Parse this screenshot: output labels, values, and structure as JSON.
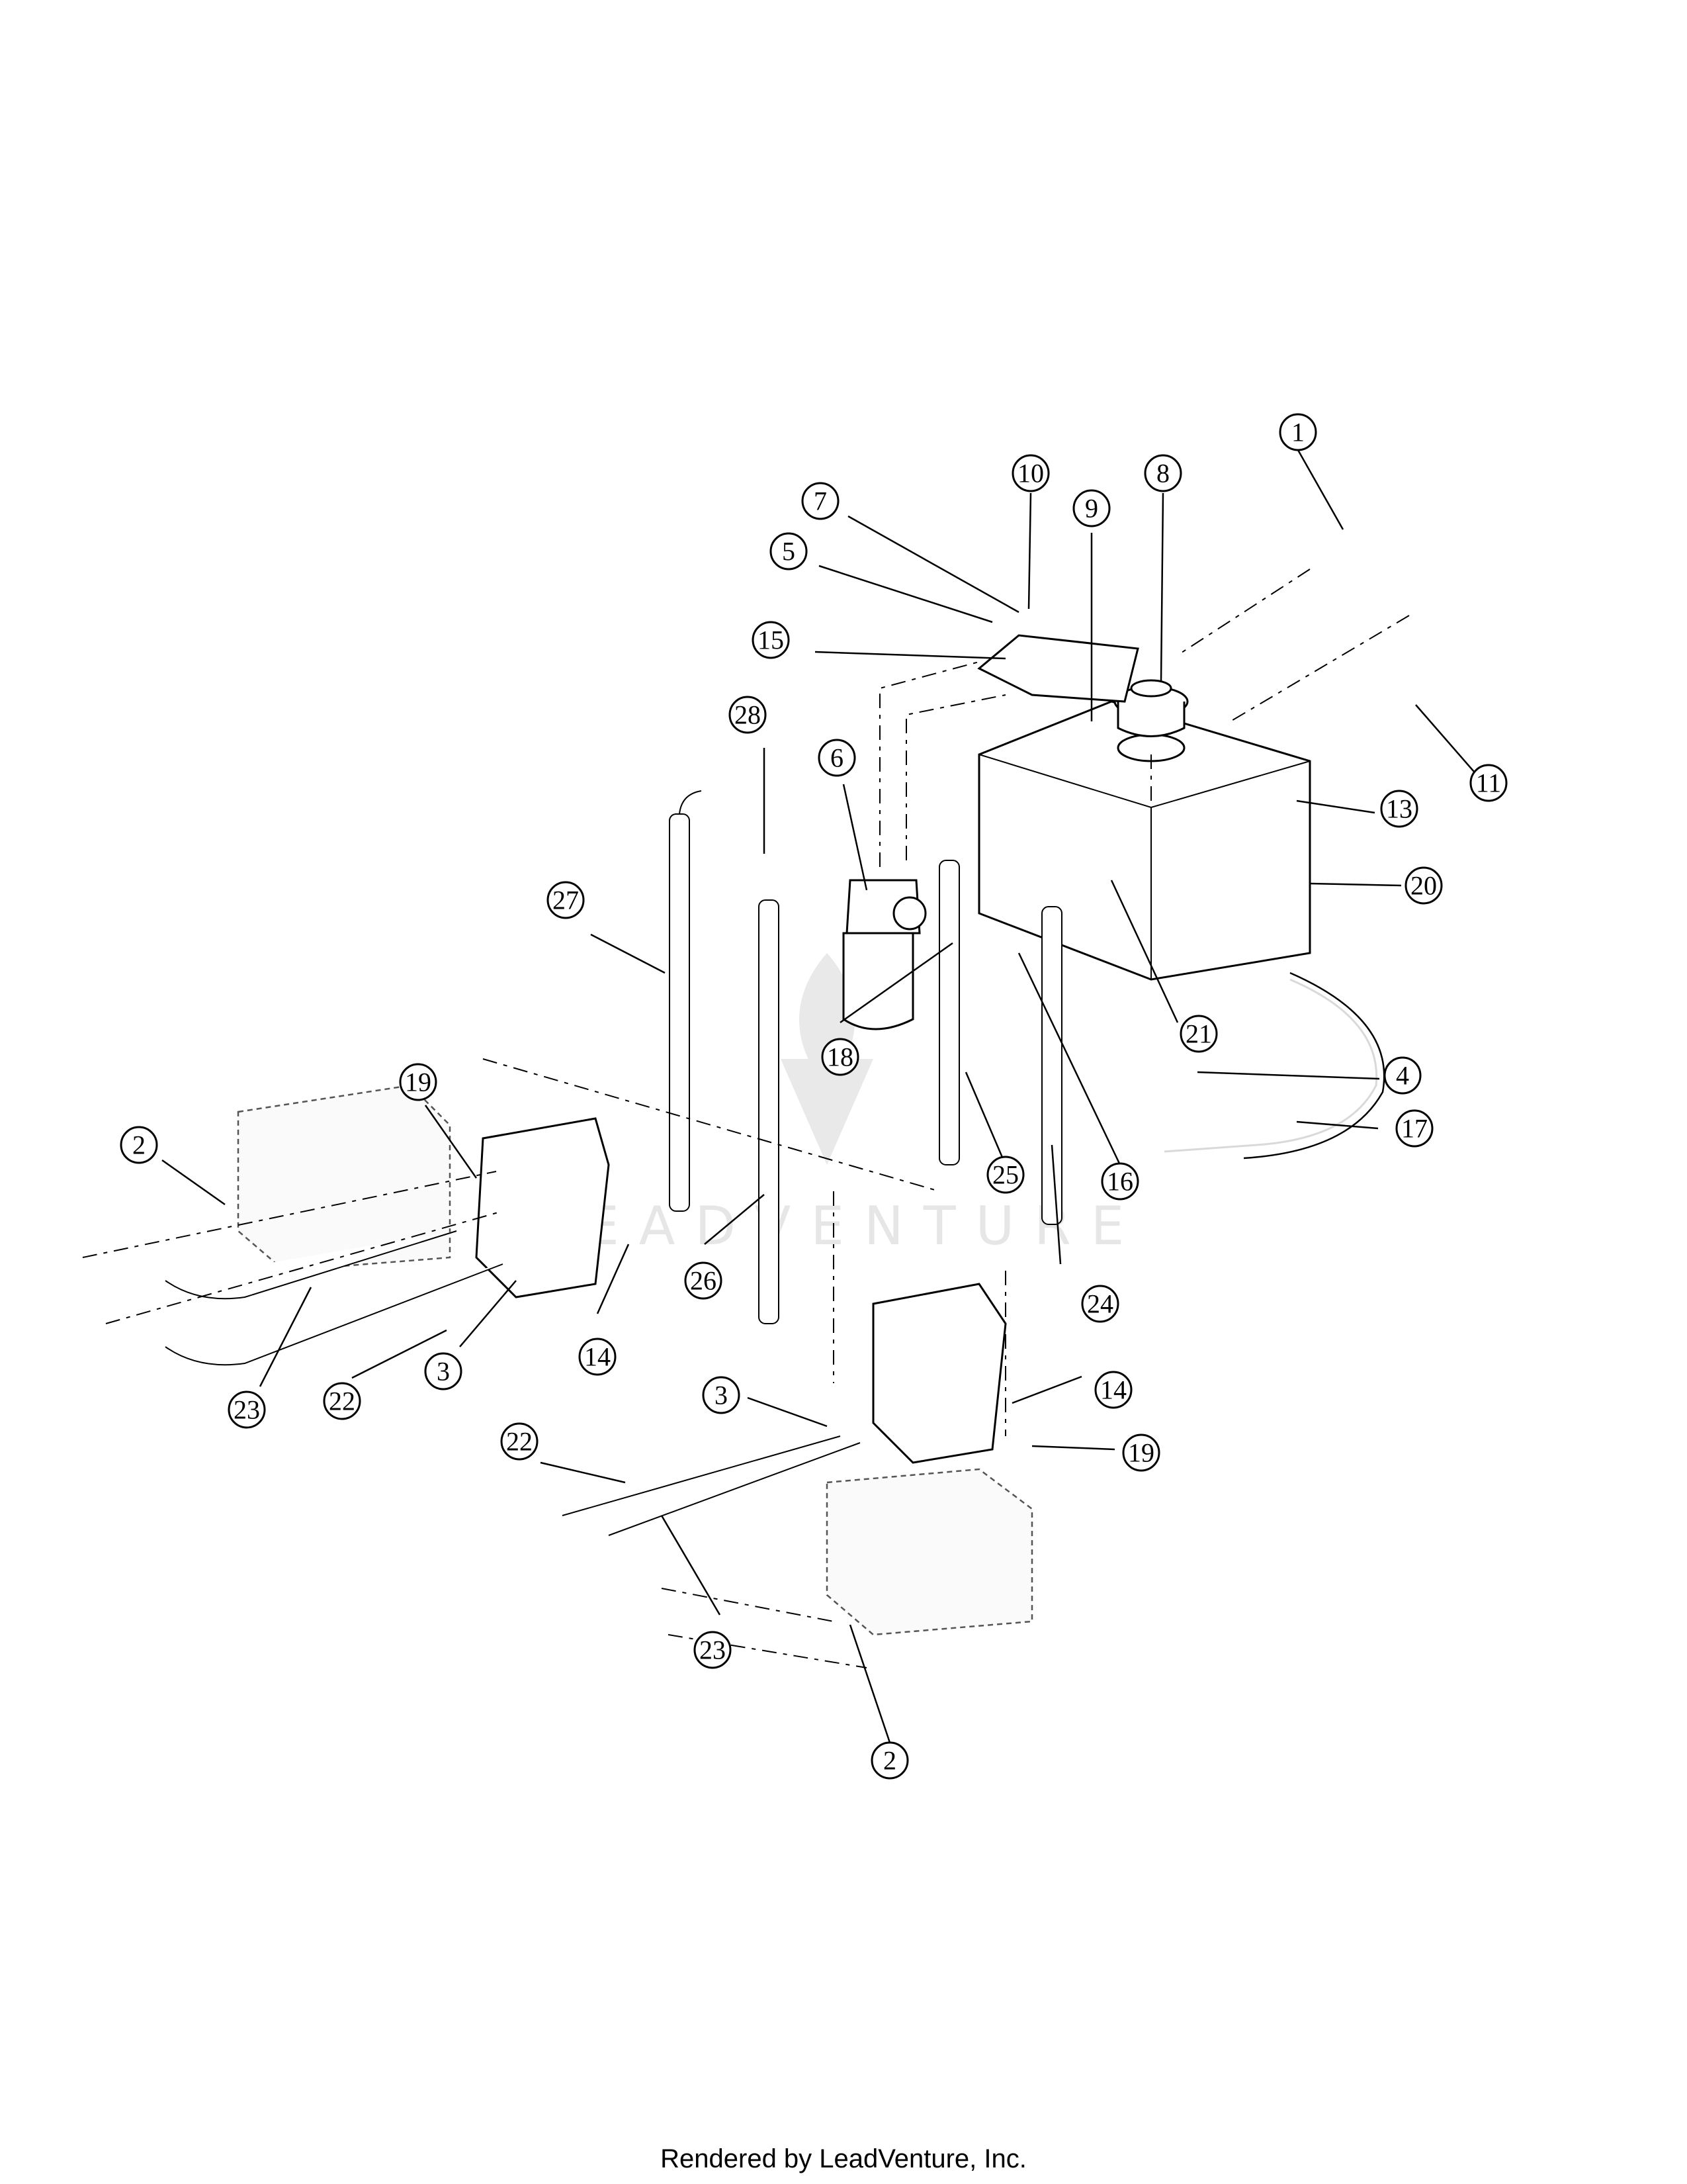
{
  "watermark": "LEADVENTURE",
  "footer": "Rendered by LeadVenture, Inc.",
  "callouts": [
    "1",
    "2",
    "2",
    "3",
    "3",
    "4",
    "5",
    "6",
    "7",
    "8",
    "9",
    "10",
    "11",
    "13",
    "14",
    "14",
    "15",
    "16",
    "17",
    "18",
    "19",
    "19",
    "20",
    "21",
    "22",
    "22",
    "23",
    "23",
    "24",
    "25",
    "26",
    "27",
    "28"
  ]
}
